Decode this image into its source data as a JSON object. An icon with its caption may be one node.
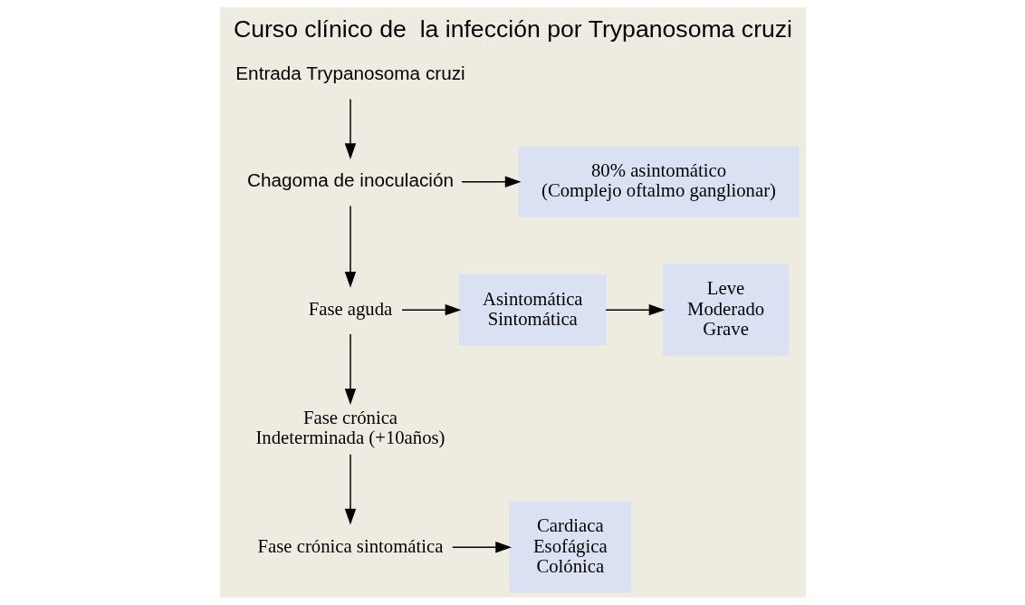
{
  "diagram": {
    "title": "Curso clínico de  la infección por Trypanosoma cruzi",
    "nodes": [
      {
        "text": [
          "Entrada Trypanosoma cruzi"
        ]
      },
      {
        "text": [
          "Chagoma de inoculación"
        ]
      },
      {
        "text": [
          "80% asintomático",
          "(Complejo oftalmo ganglionar)"
        ]
      },
      {
        "text": [
          "Fase aguda"
        ]
      },
      {
        "text": [
          "Asintomática",
          "Sintomática"
        ]
      },
      {
        "text": [
          "Leve",
          "Moderado",
          "Grave"
        ]
      },
      {
        "text": [
          "Fase crónica",
          "Indeterminada (+10años)"
        ]
      },
      {
        "text": [
          "Fase crónica sintomática"
        ]
      },
      {
        "text": [
          "Cardiaca",
          "Esofágica",
          "Colónica"
        ]
      }
    ],
    "edges": [
      {
        "from": 0,
        "to": 1,
        "arrow": "to"
      },
      {
        "from": 1,
        "to": 2,
        "arrow": "to"
      },
      {
        "from": 1,
        "to": 3,
        "arrow": "to"
      },
      {
        "from": 3,
        "to": 4,
        "arrow": "to"
      },
      {
        "from": 4,
        "to": 5,
        "arrow": "to"
      },
      {
        "from": 3,
        "to": 6,
        "arrow": "to"
      },
      {
        "from": 6,
        "to": 7,
        "arrow": "to"
      },
      {
        "from": 7,
        "to": 8,
        "arrow": "to"
      }
    ]
  }
}
